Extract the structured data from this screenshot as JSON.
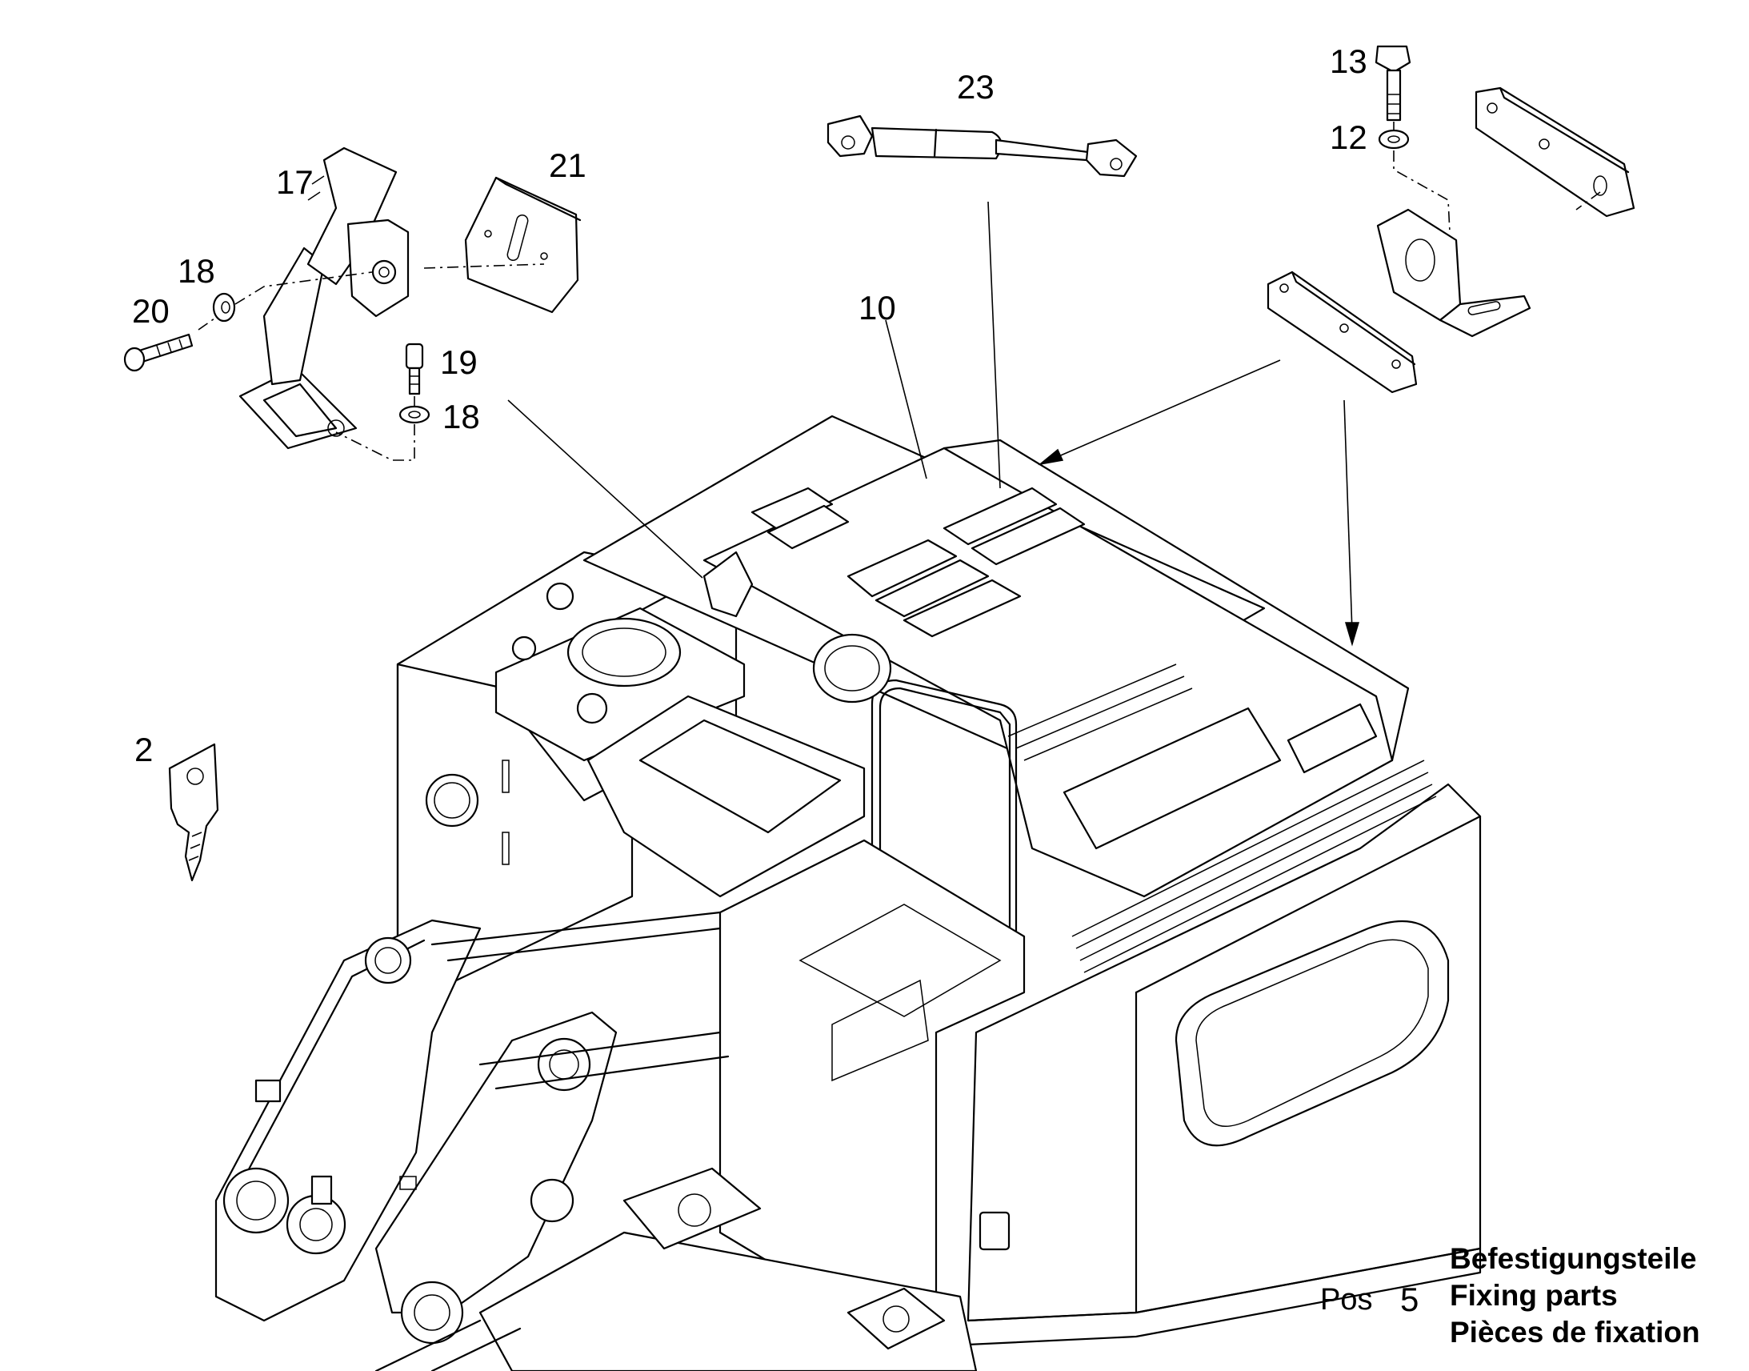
{
  "callouts": {
    "c2": "2",
    "c10": "10",
    "c12": "12",
    "c13": "13",
    "c17": "17",
    "c18a": "18",
    "c18b": "18",
    "c19": "19",
    "c20": "20",
    "c21": "21",
    "c23": "23"
  },
  "caption": {
    "pos_label": "Pos",
    "pos_number": "5",
    "line_de": "Befestigungsteile",
    "line_en": "Fixing parts",
    "line_fr": "Pièces de fixation"
  }
}
